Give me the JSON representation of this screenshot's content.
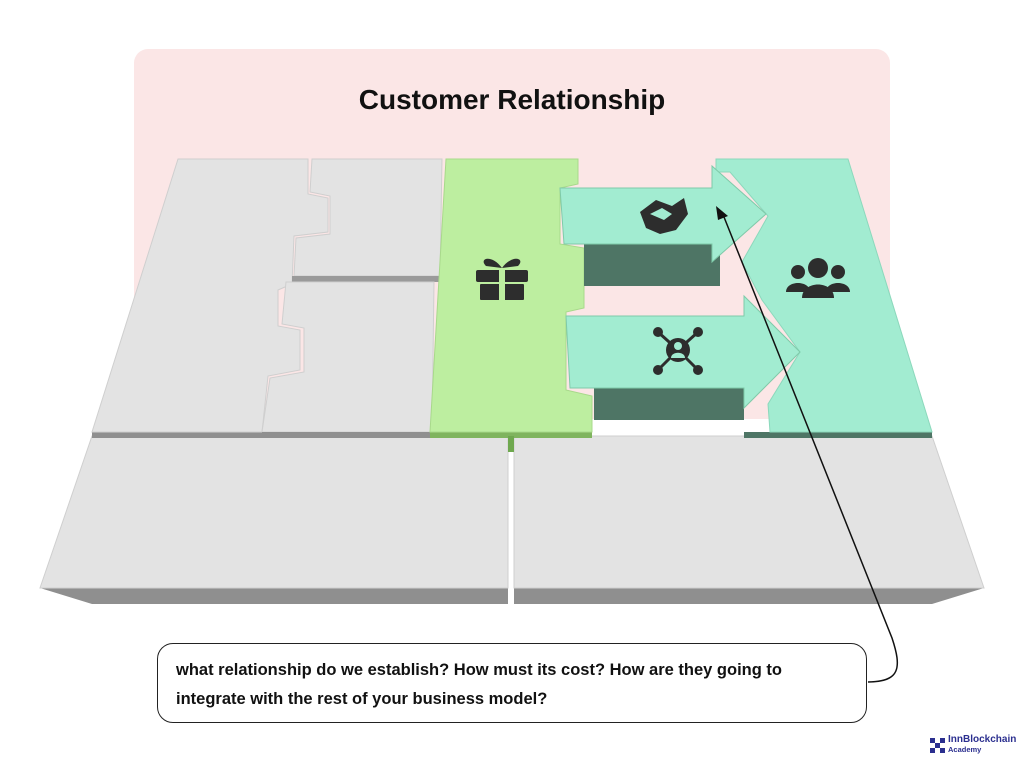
{
  "title": "Customer Relationship",
  "callout": {
    "text": "what relationship do we establish? How must its cost? How are they going to integrate with the rest of your business model?"
  },
  "logo": {
    "brand": "InnBlockchain",
    "sub": "Academy"
  },
  "colors": {
    "highlight_panel": "#fbe6e6",
    "block_gray": "#e3e3e3",
    "block_gray_edge": "#8f8f8f",
    "value_green": "#bdeea0",
    "relationship_teal": "#a2ecd1",
    "relationship_shadow": "#4e7565",
    "icon_dark": "#2d2d2d",
    "logo_blue": "#2b2f8f"
  },
  "icons": {
    "value_proposition": "gift-icon",
    "relationship_top": "handshake-icon",
    "relationship_bottom": "network-person-icon",
    "customer_segments": "group-icon"
  }
}
